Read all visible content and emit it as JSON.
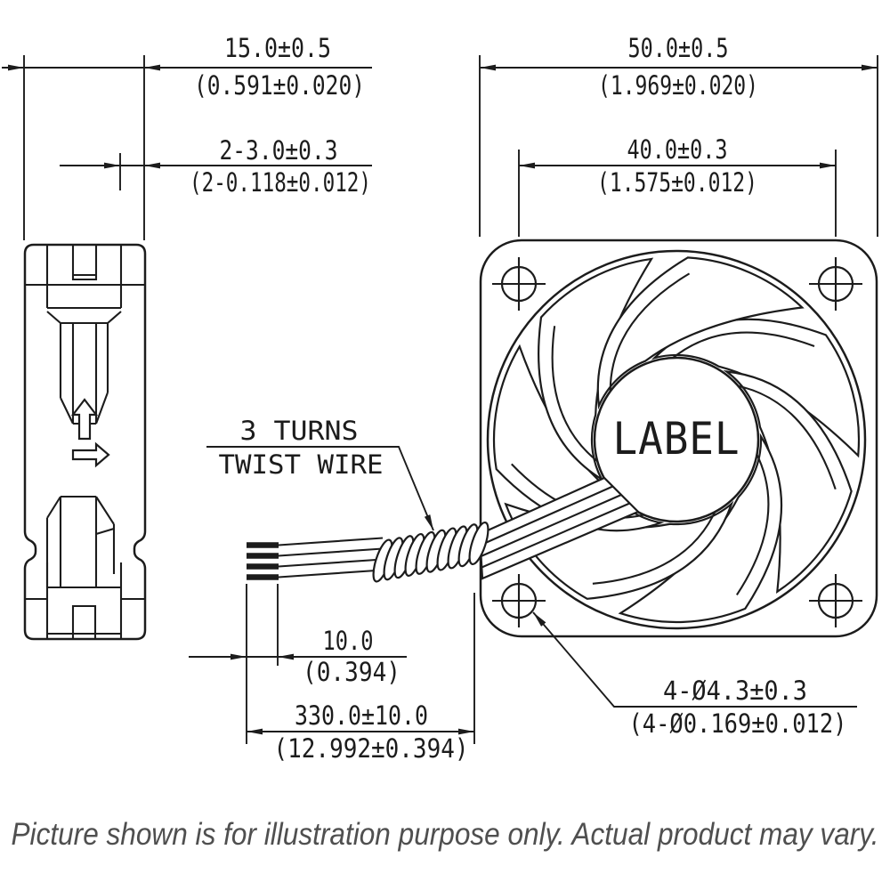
{
  "colors": {
    "background": "#ffffff",
    "line": "#1c1c1c",
    "caption_text": "#4f4f4f"
  },
  "front_view": {
    "hub_label": "LABEL"
  },
  "dimensions": {
    "depth": {
      "metric": "15.0±0.5",
      "imperial": "(0.591±0.020)"
    },
    "flange": {
      "metric": "2-3.0±0.3",
      "imperial": "(2-0.118±0.012)"
    },
    "frame": {
      "metric": "50.0±0.5",
      "imperial": "(1.969±0.020)"
    },
    "hole_pitch": {
      "metric": "40.0±0.3",
      "imperial": "(1.575±0.012)"
    },
    "strip": {
      "metric": "10.0",
      "imperial": "(0.394)"
    },
    "lead_wire": {
      "metric": "330.0±10.0",
      "imperial": "(12.992±0.394)"
    },
    "mounting_holes": {
      "metric": "4-Ø4.3±0.3",
      "imperial": "(4-Ø0.169±0.012)"
    }
  },
  "notes": {
    "twist_line1": "3 TURNS",
    "twist_line2": "TWIST WIRE"
  },
  "caption": "Picture shown is for illustration purpose only. Actual product may vary."
}
